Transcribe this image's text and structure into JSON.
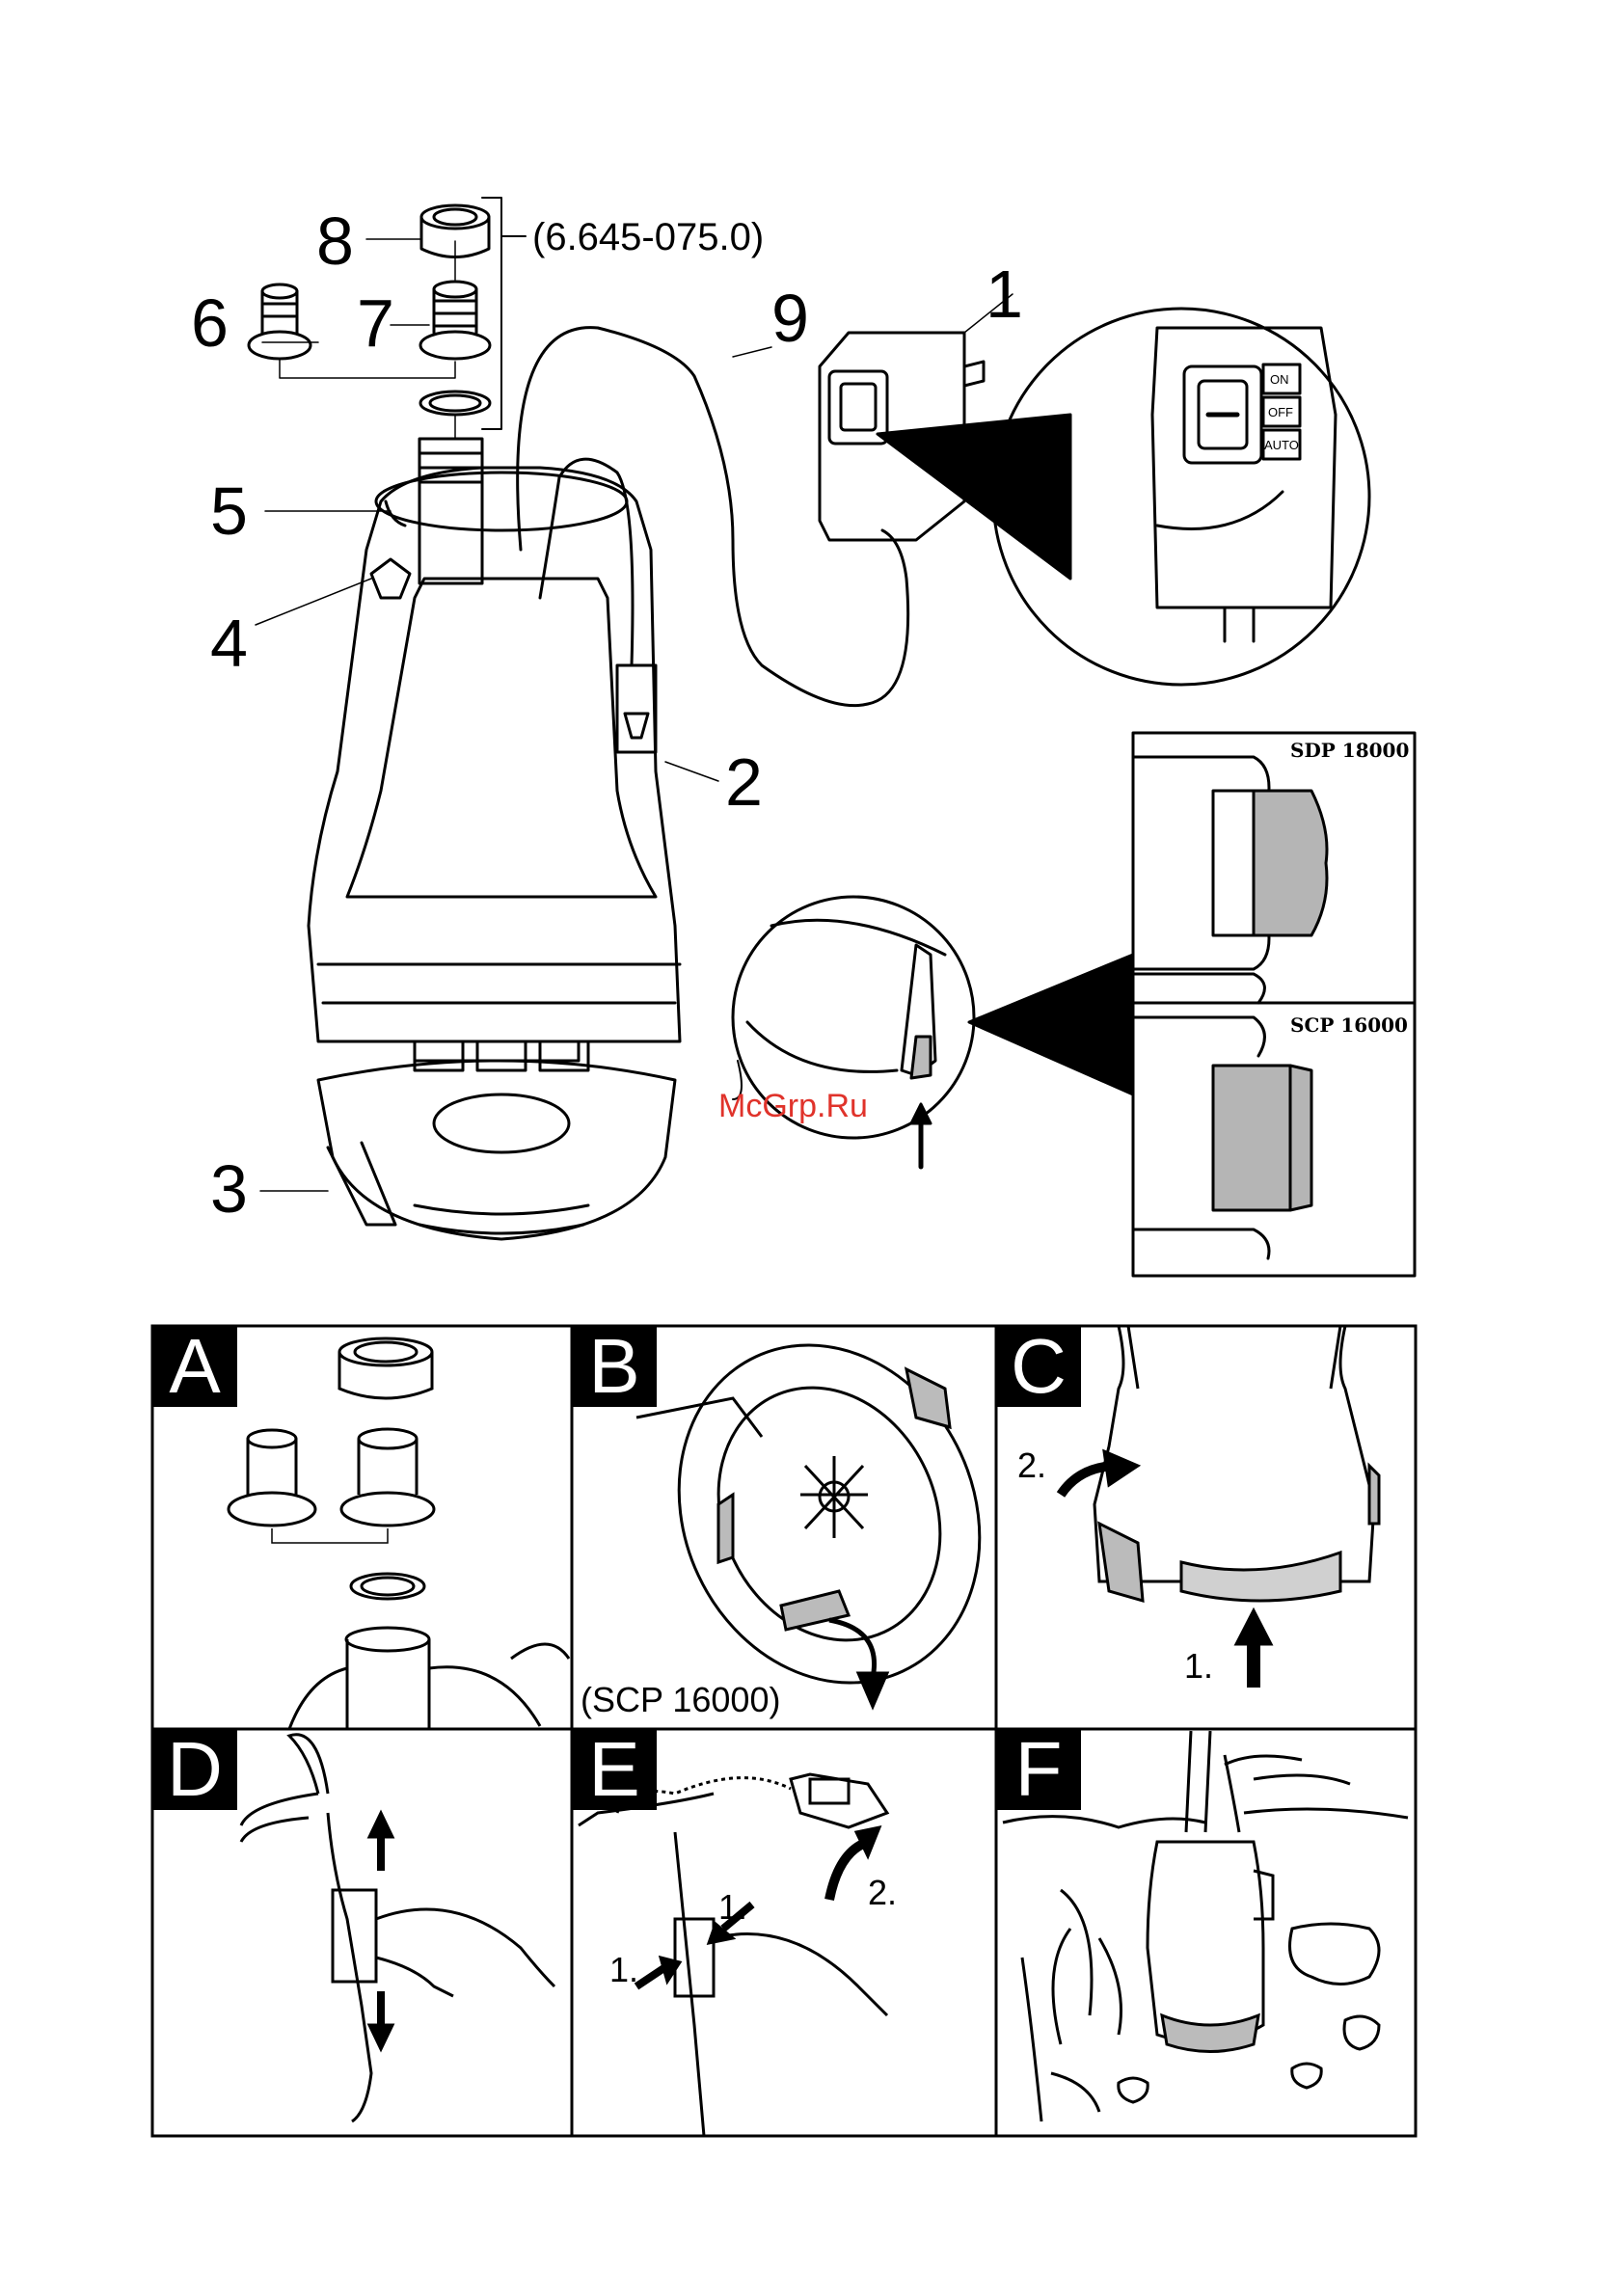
{
  "callouts": {
    "n1": "1",
    "n2": "2",
    "n3": "3",
    "n4": "4",
    "n5": "5",
    "n6": "6",
    "n7": "7",
    "n8": "8",
    "n9": "9"
  },
  "accessory_ref": "(6.645-075.0)",
  "switch_labels": {
    "on": "ON",
    "off": "OFF",
    "auto": "AUTO"
  },
  "models": {
    "top": "SDP 18000",
    "bottom": "SCP 16000"
  },
  "watermark": "McGrp.Ru",
  "panels": {
    "a": {
      "letter": "A"
    },
    "b": {
      "letter": "B",
      "caption": "(SCP 16000)"
    },
    "c": {
      "letter": "C",
      "step1": "1.",
      "step2": "2."
    },
    "d": {
      "letter": "D"
    },
    "e": {
      "letter": "E",
      "step1a": "1.",
      "step1b": "1.",
      "step2": "2."
    },
    "f": {
      "letter": "F"
    }
  }
}
